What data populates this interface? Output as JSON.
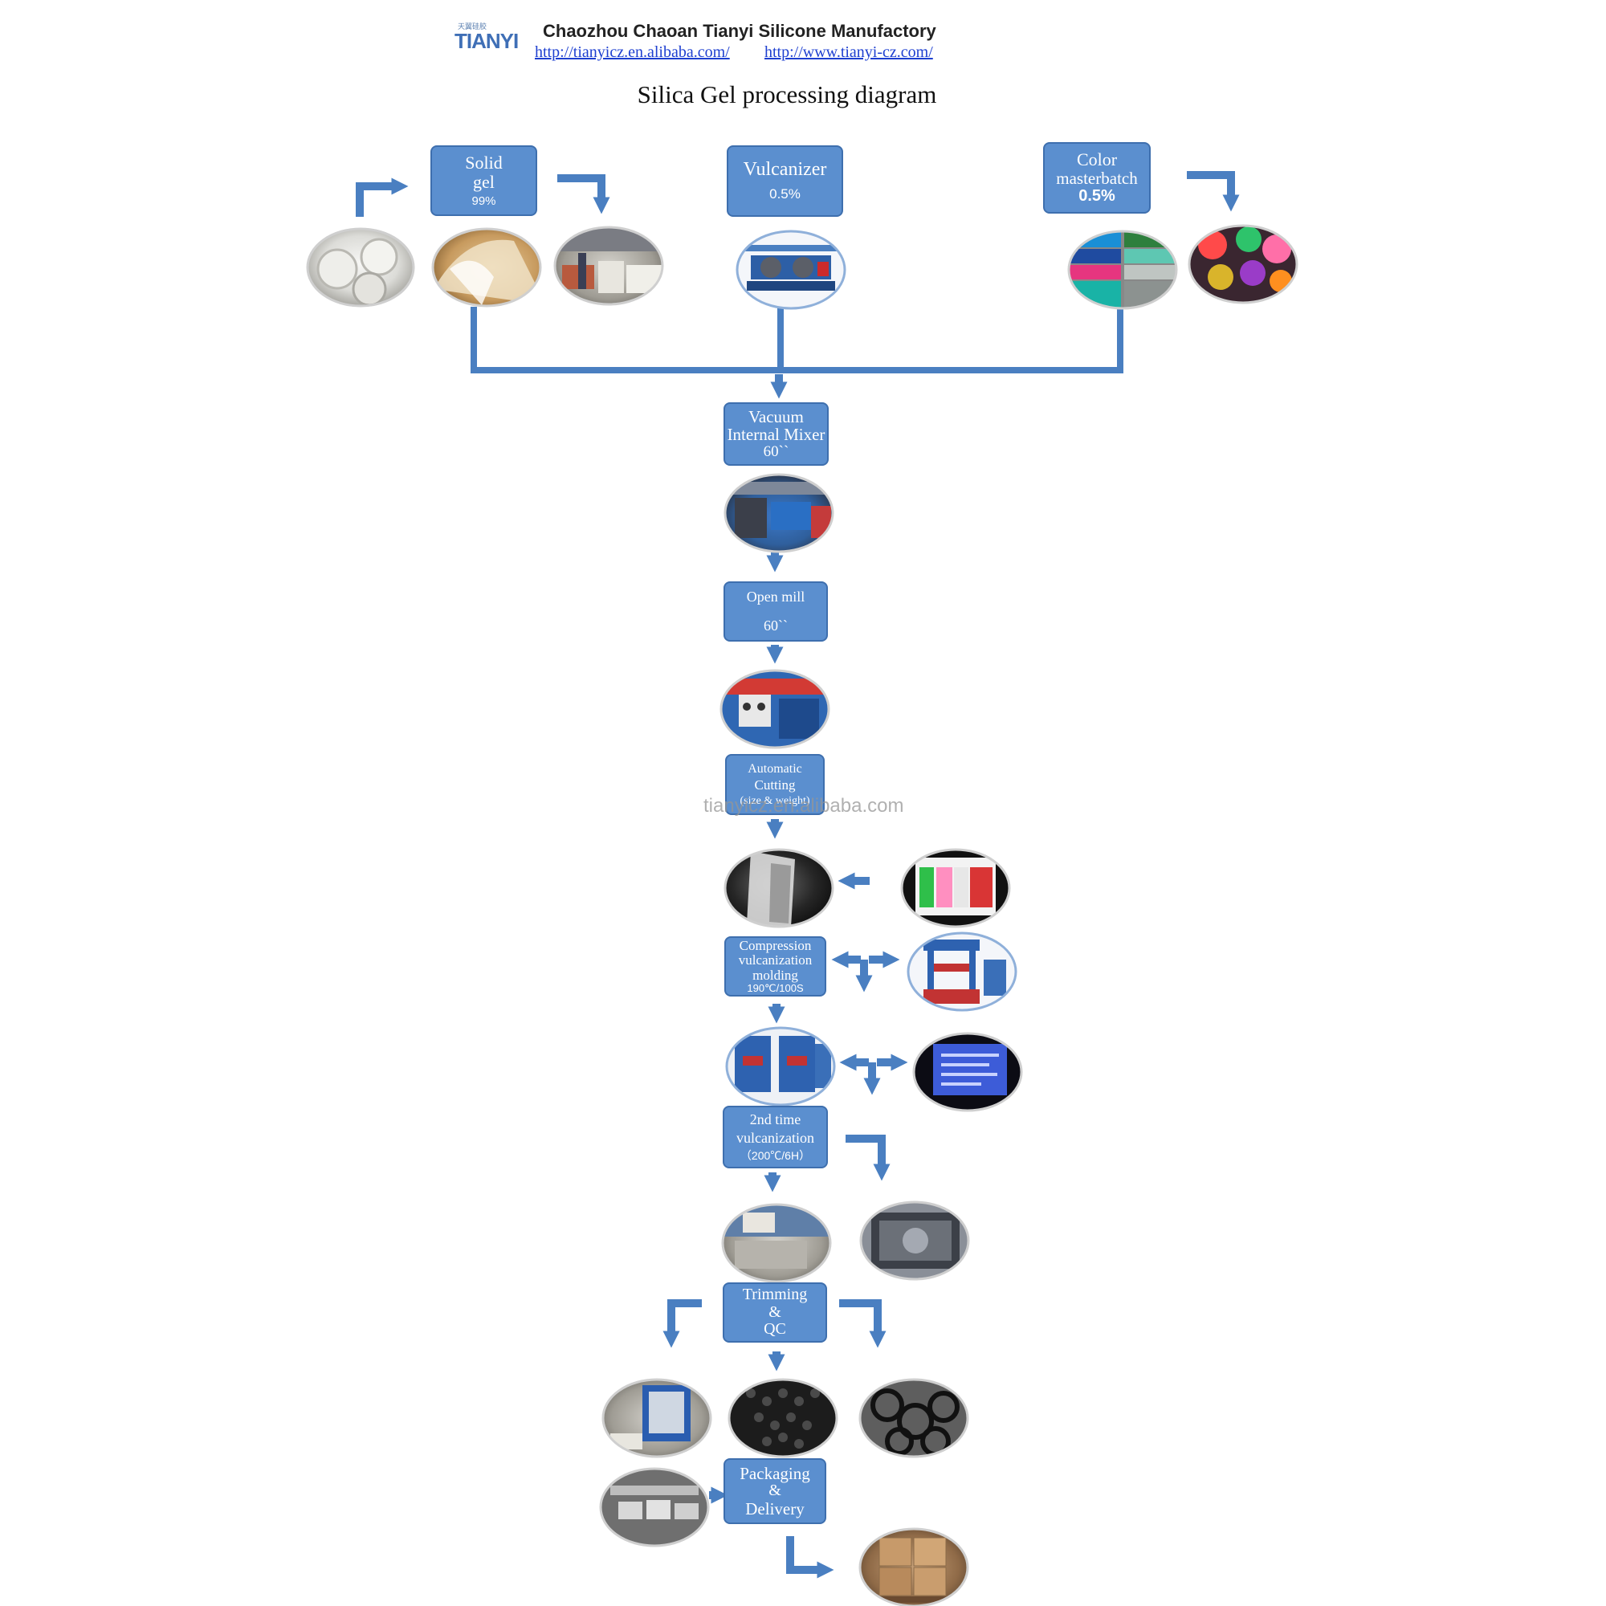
{
  "header": {
    "logo_text": "TIANYI",
    "logo_cn": "天翼硅胶",
    "company": "Chaozhou Chaoan Tianyi Silicone Manufactory",
    "link1": "http://tianyicz.en.alibaba.com/",
    "link2": "http://www.tianyi-cz.com/"
  },
  "title": "Silica Gel processing diagram",
  "watermark": "tianyicz.en.alibaba.com",
  "colors": {
    "box_fill": "#5b8fcf",
    "box_border": "#3e6fae",
    "arrow": "#4a7fc1",
    "link": "#1d3fd0"
  },
  "steps": {
    "solid_gel": [
      "Solid",
      "gel",
      "99%"
    ],
    "vulcanizer": [
      "Vulcanizer",
      "0.5%"
    ],
    "color_masterbatch": [
      "Color",
      "masterbatch",
      "0.5%"
    ],
    "vacuum_mixer": [
      "Vacuum",
      "Internal Mixer",
      "60``"
    ],
    "open_mill": [
      "Open mill",
      "",
      "60``"
    ],
    "auto_cutting": [
      "Automatic",
      "Cutting",
      "(size & weight)"
    ],
    "compression": [
      "Compression",
      "vulcanization",
      "molding",
      "190℃/100S"
    ],
    "second_vulc": [
      "2nd time",
      "vulcanization",
      "（200℃/6H）"
    ],
    "trimming": [
      "Trimming",
      "&",
      "QC"
    ],
    "packaging": [
      "Packaging",
      "&",
      "Delivery"
    ]
  },
  "photos": [
    {
      "name": "silicone-rolls-photo",
      "subject": "silicone rolls"
    },
    {
      "name": "solid-gel-photo",
      "subject": "solid silicone gel"
    },
    {
      "name": "warehouse-boxes-photo",
      "subject": "warehouse boxes"
    },
    {
      "name": "two-roll-mill-photo",
      "subject": "two-roll mill machine"
    },
    {
      "name": "color-swatches-photo",
      "subject": "color masterbatch sheets"
    },
    {
      "name": "colored-pigments-photo",
      "subject": "colored pigments"
    },
    {
      "name": "internal-mixer-photo",
      "subject": "vacuum internal mixer"
    },
    {
      "name": "open-mill-machine-photo",
      "subject": "open mill machine"
    },
    {
      "name": "cutting-machine-photo",
      "subject": "automatic cutting machine"
    },
    {
      "name": "control-panel-photo",
      "subject": "cutting control panel"
    },
    {
      "name": "vulcanizing-press-photo",
      "subject": "vulcanizing press"
    },
    {
      "name": "molding-presses-photo",
      "subject": "molding presses"
    },
    {
      "name": "press-screen-photo",
      "subject": "press control screen"
    },
    {
      "name": "oven-room-photo",
      "subject": "curing oven room"
    },
    {
      "name": "oven-interior-photo",
      "subject": "oven interior"
    },
    {
      "name": "trimming-machine-photo",
      "subject": "trimming machine"
    },
    {
      "name": "black-parts-photo",
      "subject": "black silicone parts"
    },
    {
      "name": "o-rings-photo",
      "subject": "o-rings"
    },
    {
      "name": "packing-line-photo",
      "subject": "packing line"
    },
    {
      "name": "cartons-pallet-photo",
      "subject": "cartons on pallet"
    }
  ]
}
